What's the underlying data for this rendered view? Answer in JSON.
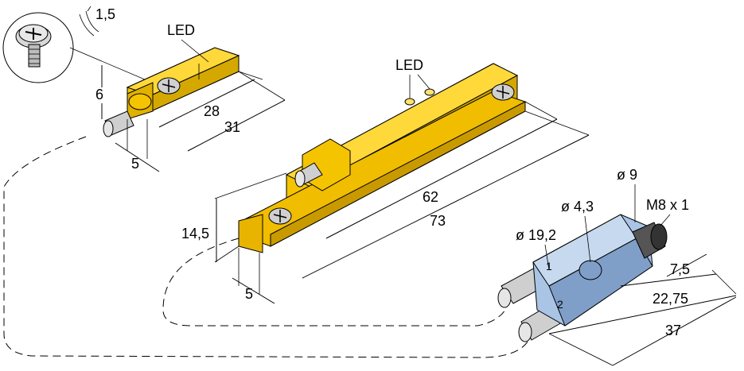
{
  "labels": {
    "screw_thickness": "1,5",
    "led_small": "LED",
    "led_large": "LED",
    "small_height": "6",
    "small_len_28": "28",
    "small_len_31": "31",
    "small_width": "5",
    "large_len_62": "62",
    "large_len_73": "73",
    "large_height": "14,5",
    "large_width": "5",
    "dia_9": "ø 9",
    "dia_43": "ø 4,3",
    "thread": "M8 x 1",
    "dia_192": "ø 19,2",
    "len_75": "7,5",
    "len_2275": "22,75",
    "len_37": "37",
    "port_1": "1",
    "port_2": "2"
  },
  "colors": {
    "sensor_yellow": "#f5c400",
    "sensor_yellow_dark": "#c99a00",
    "connector_blue": "#a9c4e4",
    "connector_blue_dark": "#7f9fc8",
    "metal_grey": "#cfcfcf",
    "dash_line": "#000000"
  }
}
